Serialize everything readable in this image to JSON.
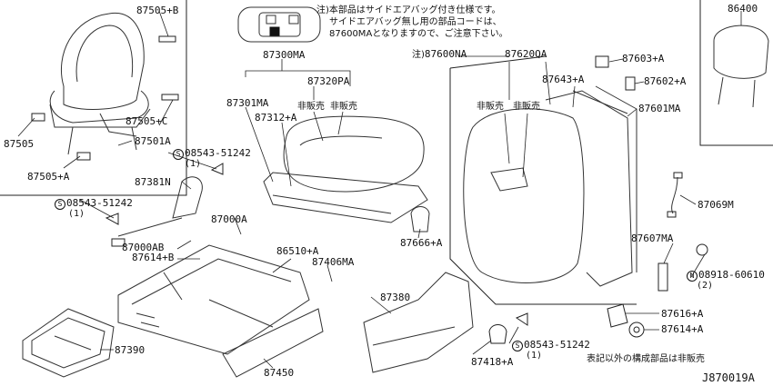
{
  "notes": {
    "note1_prefix": "注)",
    "note1_line1": "本部品はサイドエアバッグ付き仕様です。",
    "note1_line2": "サイドエアバッグ無し用の部品コードは、",
    "note1_line3": "87600MAとなりますので、ご注意下さい。",
    "note2_prefix": "注)",
    "footer_note": "表記以外の構成部品は非販売",
    "hanbai_1": "非販売",
    "hanbai_2": "非販売",
    "hanbai_3": "非販売",
    "hanbai_4": "非販売"
  },
  "diagram_id": "J870019A",
  "parts": {
    "p87505B": "87505+B",
    "p87505C": "87505+C",
    "p87505": "87505",
    "p87501A": "87501A",
    "p87505A": "87505+A",
    "p08543_a": "08543-51242",
    "p08543_a_qty": "(1)",
    "p87381N": "87381N",
    "p08543_b": "08543-51242",
    "p08543_b_qty": "(1)",
    "p87300MA": "87300MA",
    "p87320PA": "87320PA",
    "p87301MA": "87301MA",
    "p87312A": "87312+A",
    "p87000A": "87000A",
    "p87000AB": "87000AB",
    "p87614B": "87614+B",
    "p86510A": "86510+A",
    "p87406MA": "87406MA",
    "p87390": "87390",
    "p87450": "87450",
    "p87600NA": "87600NA",
    "p87620QA": "87620QA",
    "p87603A": "87603+A",
    "p87602A": "87602+A",
    "p87643A": "87643+A",
    "p87601MA": "87601MA",
    "p86400": "86400",
    "p87069M": "87069M",
    "p87607MA": "87607MA",
    "p08918": "08918-60610",
    "p08918_qty": "(2)",
    "p87666A": "87666+A",
    "p87380": "87380",
    "p87616A": "87616+A",
    "p87614A": "87614+A",
    "p08543_c": "08543-51242",
    "p08543_c_qty": "(1)",
    "p87418A": "87418+A"
  },
  "symbols": {
    "screw_S": "S",
    "nut_N": "N"
  }
}
